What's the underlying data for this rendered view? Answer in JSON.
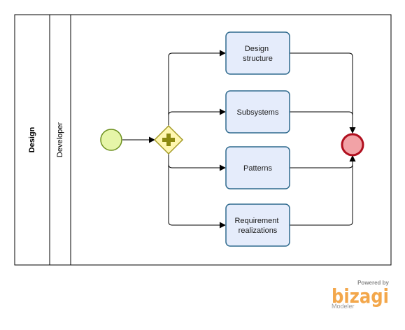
{
  "pool": {
    "name": "Design"
  },
  "lane": {
    "name": "Developer"
  },
  "tasks": [
    {
      "lines": [
        "Design",
        "structure"
      ]
    },
    {
      "lines": [
        "Subsystems"
      ]
    },
    {
      "lines": [
        "Patterns"
      ]
    },
    {
      "lines": [
        "Requirement",
        "realizations"
      ]
    }
  ],
  "watermark": {
    "powered_by": "Powered by",
    "brand": "bizagi",
    "product": "Modeler"
  },
  "colors": {
    "task_fill": "#e5ecfb",
    "task_stroke": "#2f6a8e",
    "start_fill": "#e6f5a8",
    "start_stroke": "#6b8f1c",
    "gateway_fill": "#fff7b0",
    "gateway_stroke": "#a39a26",
    "gateway_plus": "#8c8a10",
    "end_fill": "#f2a2a6",
    "end_stroke": "#b00f1e",
    "brand": "#f3a74b"
  }
}
